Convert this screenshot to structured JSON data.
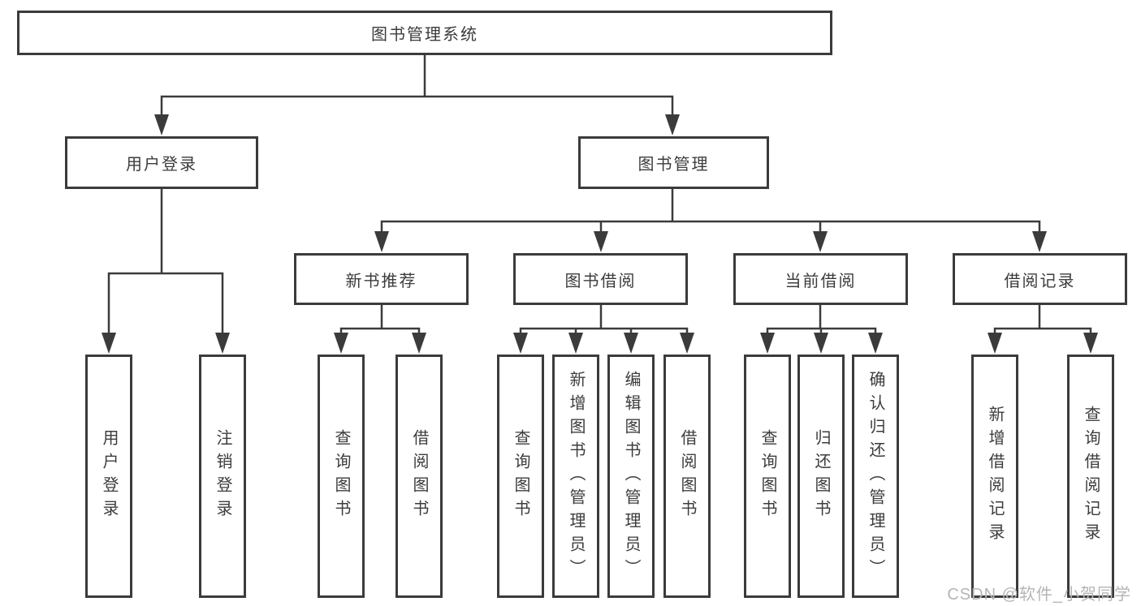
{
  "diagram": {
    "root": {
      "label": "图书管理系统"
    },
    "level2": {
      "user_login": {
        "label": "用户登录"
      },
      "book_mgmt": {
        "label": "图书管理"
      }
    },
    "level3": {
      "new_books": {
        "label": "新书推荐"
      },
      "book_borrow": {
        "label": "图书借阅"
      },
      "current_borrow": {
        "label": "当前借阅"
      },
      "borrow_records": {
        "label": "借阅记录"
      }
    },
    "leaves": {
      "user_login": [
        {
          "label": "用户登录"
        },
        {
          "label": "注销登录"
        }
      ],
      "new_books": [
        {
          "label": "查询图书"
        },
        {
          "label": "借阅图书"
        }
      ],
      "book_borrow": [
        {
          "label": "查询图书"
        },
        {
          "label": "新增图书（管理员）"
        },
        {
          "label": "编辑图书（管理员）"
        },
        {
          "label": "借阅图书"
        }
      ],
      "current_borrow": [
        {
          "label": "查询图书"
        },
        {
          "label": "归还图书"
        },
        {
          "label": "确认归还（管理员）"
        }
      ],
      "borrow_records": [
        {
          "label": "新增借阅记录"
        },
        {
          "label": "查询借阅记录"
        }
      ]
    },
    "watermark": "CSDN @软件_小贺同学",
    "colors": {
      "line": "#3b3b3b",
      "text": "#3c3c3c",
      "background": "#ffffff",
      "watermark": "#b5b5b5"
    }
  }
}
